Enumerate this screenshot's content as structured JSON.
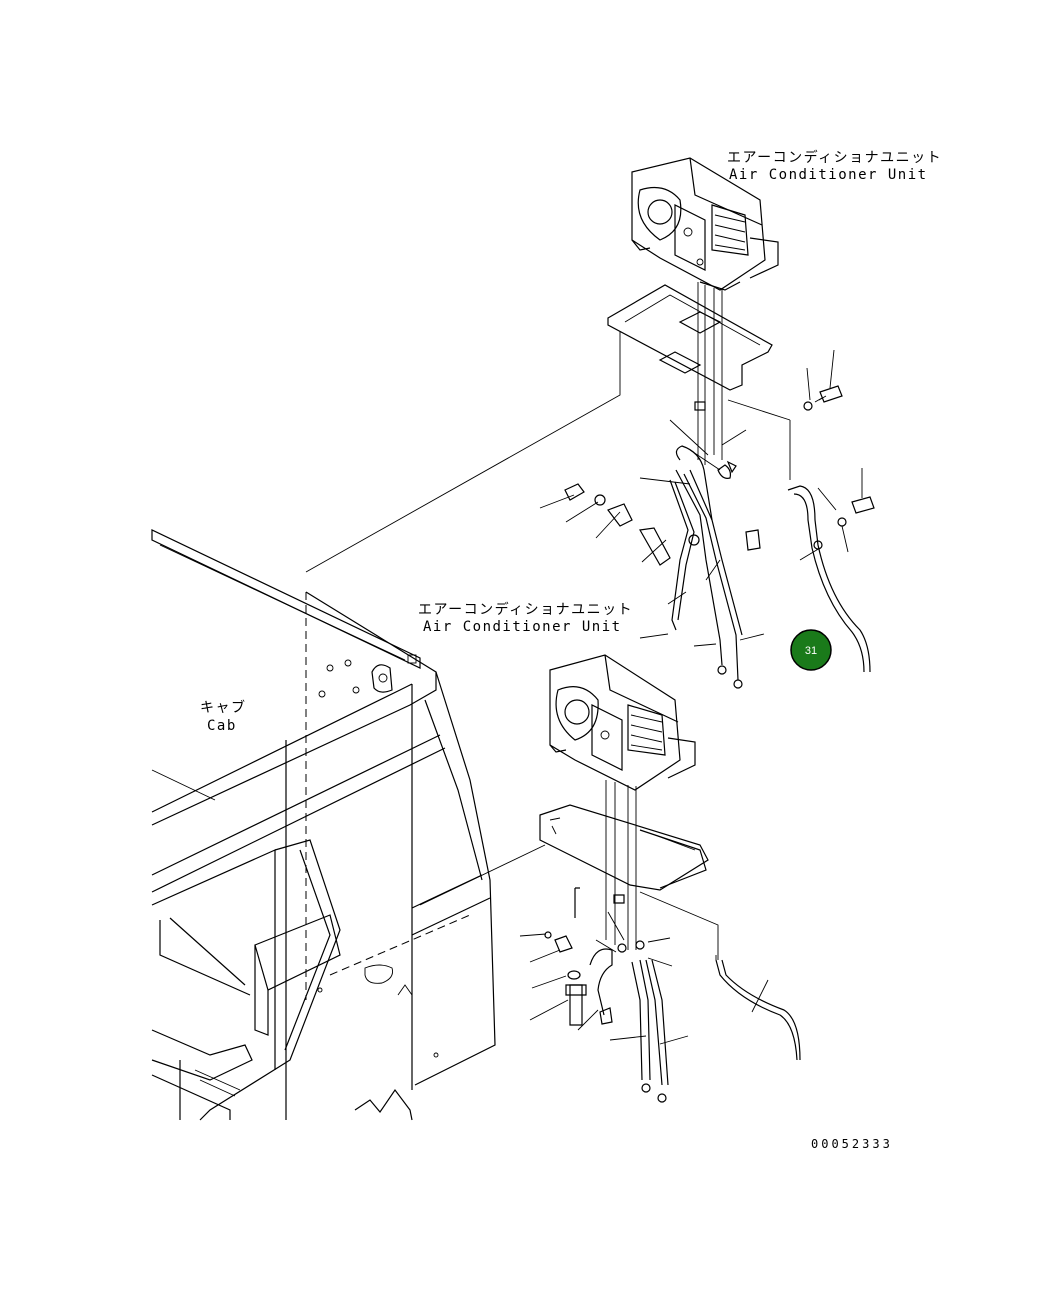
{
  "labels": {
    "unit_top_jp": "エアーコンディショナユニット",
    "unit_top_en": "Air Conditioner Unit",
    "unit_mid_jp": "エアーコンディショナユニット",
    "unit_mid_en": "Air Conditioner Unit",
    "cab_jp": "キャブ",
    "cab_en": "Cab"
  },
  "callout": {
    "number": "31",
    "color": "#1a7a1a"
  },
  "document_number": "00052333"
}
